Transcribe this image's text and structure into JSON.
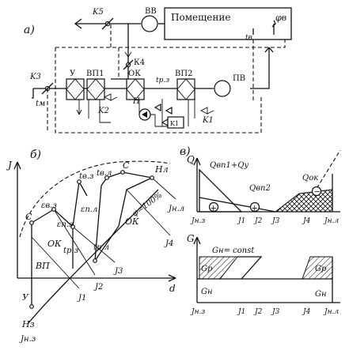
{
  "panel_labels": {
    "a": "а)",
    "b": "б)",
    "v": "в)"
  },
  "scheme": {
    "room_label": "Помещение",
    "components": {
      "k5": "K5",
      "bv": "ВВ",
      "k4": "К4",
      "k3": "K3",
      "k2": "K2",
      "k1": "K1",
      "u": "У",
      "vp1": "ВП1",
      "ok": "ОК",
      "vp2": "ВП2",
      "pv": "ПВ",
      "n": "Н",
      "tm": "tм",
      "tv": "tв",
      "phi_v": "φв",
      "t_rz": "tр.з"
    }
  },
  "id_diagram": {
    "axis_j": "J",
    "axis_d": "d",
    "h_n_top": "Нл",
    "h_n_bottom": "Нз",
    "phi100": "φ=100%",
    "c_left": "C",
    "c_right": "C",
    "t_v_z": "tв.з",
    "t_v_l": "tв.л",
    "eps_v_z": "εв.з",
    "eps_pz": "εп.з",
    "eps_pl": "εп.л",
    "ok_left": "ОК",
    "ok_right": "ОК",
    "vp": "ВП",
    "u": "У",
    "t_rz": "tр.з",
    "t_rl": "tр.л",
    "j1": "J1",
    "j2": "J2",
    "j3": "J3",
    "j4": "J4",
    "j_nl": "Jн.л",
    "j_nz": "Jн.з"
  },
  "q_chart": {
    "axis": "Q",
    "q_vp1_label": "Qвп1+Qу",
    "q_vp2_label": "Qвп2",
    "q_ok_label": "Qок",
    "ticks": [
      "Jн.з",
      "J1",
      "J2",
      "J3",
      "J4",
      "Jн.л"
    ]
  },
  "g_chart": {
    "axis": "G",
    "const_label": "Gн= const",
    "g_p_left": "Gр",
    "g_n_left": "Gн",
    "g_p_right": "Gр",
    "g_n_right": "Gн",
    "ticks": [
      "Jн.з",
      "J1",
      "J2",
      "J3",
      "J4",
      "Jн.л"
    ]
  }
}
